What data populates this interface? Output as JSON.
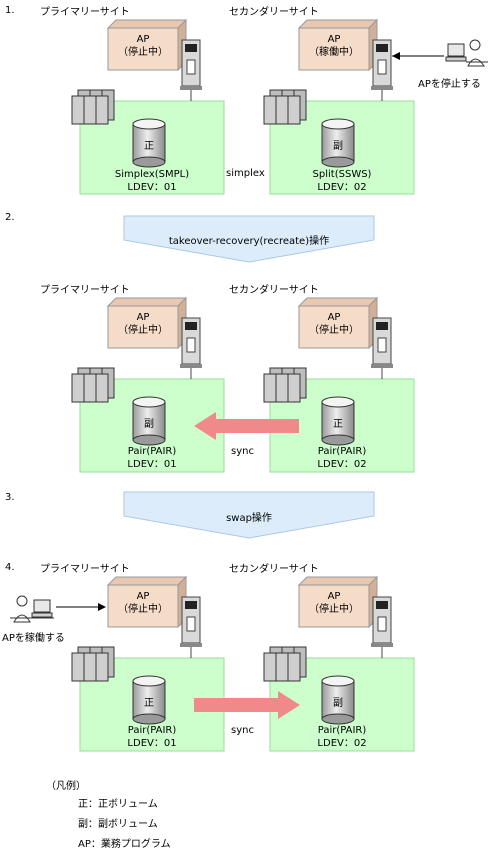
{
  "steps": [
    {
      "number": "1.",
      "primary_site": "プライマリーサイト",
      "secondary_site": "セカンダリーサイト",
      "primary_ap": {
        "line1": "AP",
        "line2": "（停止中）"
      },
      "secondary_ap": {
        "line1": "AP",
        "line2": "（稼働中）"
      },
      "primary_disk": "正",
      "secondary_disk": "副",
      "primary_status": "Simplex(SMPL)",
      "primary_ldev": "LDEV：01",
      "secondary_status": "Split(SSWS)",
      "secondary_ldev": "LDEV：02",
      "link_label": "simplex",
      "user_action": "APを停止する"
    },
    {
      "number": "2.",
      "operation": "takeover-recovery(recreate)操作",
      "primary_site": "プライマリーサイト",
      "secondary_site": "セカンダリーサイト",
      "primary_ap": {
        "line1": "AP",
        "line2": "（停止中）"
      },
      "secondary_ap": {
        "line1": "AP",
        "line2": "（停止中）"
      },
      "primary_disk": "副",
      "secondary_disk": "正",
      "primary_status": "Pair(PAIR)",
      "primary_ldev": "LDEV：01",
      "secondary_status": "Pair(PAIR)",
      "secondary_ldev": "LDEV：02",
      "link_label": "sync"
    },
    {
      "number": "3.",
      "operation": "swap操作"
    },
    {
      "number": "4.",
      "primary_site": "プライマリーサイト",
      "secondary_site": "セカンダリーサイト",
      "primary_ap": {
        "line1": "AP",
        "line2": "（停止中）"
      },
      "secondary_ap": {
        "line1": "AP",
        "line2": "（停止中）"
      },
      "primary_disk": "正",
      "secondary_disk": "副",
      "primary_status": "Pair(PAIR)",
      "primary_ldev": "LDEV：01",
      "secondary_status": "Pair(PAIR)",
      "secondary_ldev": "LDEV：02",
      "link_label": "sync",
      "user_action": "APを稼働する"
    }
  ],
  "legend": {
    "title": "（凡例）",
    "items": [
      "正：正ボリューム",
      "副：副ボリューム",
      "AP：業務プログラム"
    ]
  },
  "colors": {
    "site_fill": "#ccffcc",
    "site_border": "#99dd99",
    "ap_fill": "#f5dcc8",
    "op_fill": "#dcecfa",
    "arrow": "#f08a8a"
  }
}
